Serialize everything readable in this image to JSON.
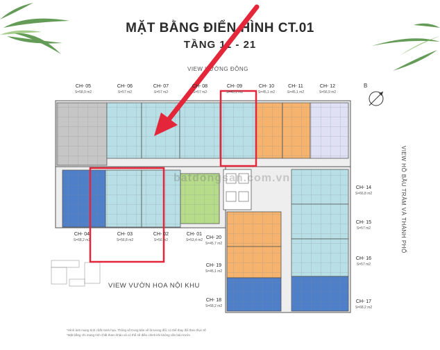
{
  "header": {
    "title": "MẶT BẰNG ĐIỂN HÌNH CT.01",
    "subtitle": "TẦNG 11 - 21"
  },
  "views": {
    "top": "VIEW HƯỚNG ĐÔNG",
    "bottom": "VIEW VƯỜN HOA NỘI KHU",
    "right": "VIEW HỒ BẦU TRÂM VÀ THÀNH PHỐ"
  },
  "compass": {
    "letter": "B"
  },
  "watermark": "batdongsan.com.vn",
  "units": {
    "ch05": {
      "code": "CH- 05",
      "area": "S=58,9 m2"
    },
    "ch06": {
      "code": "CH- 06",
      "area": "S=57 m2"
    },
    "ch07": {
      "code": "CH- 07",
      "area": "S=57 m2"
    },
    "ch08": {
      "code": "CH- 08",
      "area": "S=57 m2"
    },
    "ch09": {
      "code": "CH- 09",
      "area": "S=45,1 m2"
    },
    "ch10": {
      "code": "CH- 10",
      "area": "S=45,1 m2"
    },
    "ch11": {
      "code": "CH- 11",
      "area": "S=45,1 m2"
    },
    "ch12": {
      "code": "CH- 12",
      "area": "S=56,9 m2"
    },
    "ch14": {
      "code": "CH- 14",
      "area": "S=66,8 m2"
    },
    "ch15": {
      "code": "CH- 15",
      "area": "S=57 m2"
    },
    "ch16": {
      "code": "CH- 16",
      "area": "S=57 m2"
    },
    "ch17": {
      "code": "CH- 17",
      "area": "S=68,2 m2"
    },
    "ch18": {
      "code": "CH- 18",
      "area": "S=68,2 m2"
    },
    "ch19": {
      "code": "CH- 19",
      "area": "S=45,1 m2"
    },
    "ch20": {
      "code": "CH- 20",
      "area": "S=45,7 m2"
    },
    "ch01": {
      "code": "CH- 01",
      "area": "S=53,4 m2"
    },
    "ch02": {
      "code": "CH- 02",
      "area": "S=56 m2"
    },
    "ch03": {
      "code": "CH- 03",
      "area": "S=56,8 m2"
    },
    "ch04": {
      "code": "CH- 04",
      "area": "S=68,2 m2"
    }
  },
  "colors": {
    "light_blue": "#b9dfe6",
    "blue": "#4f7fc9",
    "orange": "#f5b36e",
    "green": "#b6dc8a",
    "gray": "#c6c6c6",
    "lavender": "#dfe0f3",
    "red": "#e3263a"
  },
  "footnote": {
    "line1": "*Hình ảnh mang tính chất minh họa. Thông số trong bản vẽ là tương đối, có thể thay đổi theo thực tế",
    "line2": "*Mặt bằng chi mang tính chất tham khảo và có thể sẽ điều chỉnh khi không cần báo trước"
  }
}
